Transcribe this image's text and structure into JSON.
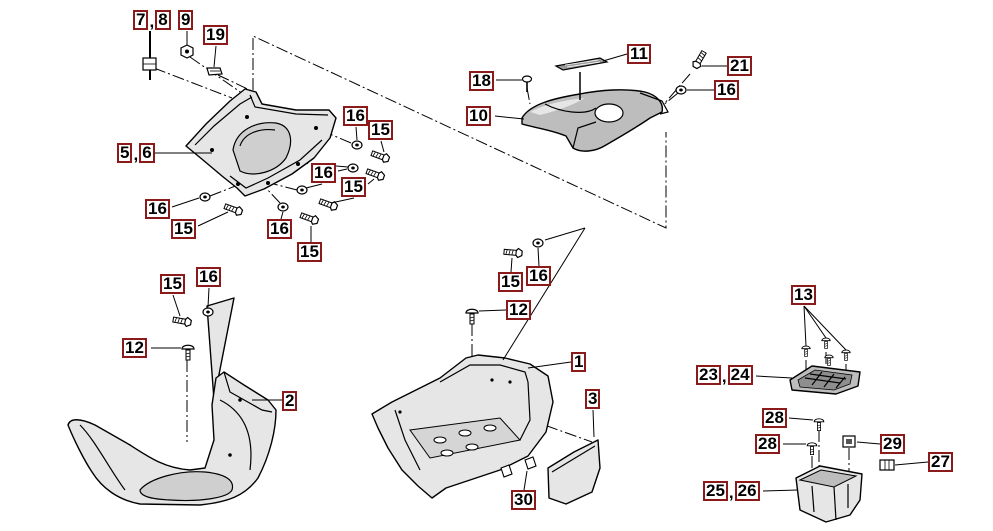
{
  "diagram": {
    "callouts": [
      "7,8",
      "9",
      "19",
      "11",
      "21",
      "18",
      "16",
      "10",
      "5,6",
      "16",
      "15",
      "16",
      "15",
      "16",
      "15",
      "16",
      "15",
      "15",
      "16",
      "12",
      "2",
      "15",
      "16",
      "12",
      "1",
      "3",
      "30",
      "13",
      "23,24",
      "28",
      "28",
      "29",
      "27",
      "25,26"
    ]
  },
  "colors": {
    "callout_border": "#8b1a1a",
    "line": "#000000",
    "part_fill": "#e6e6e6",
    "part_shade": "#bdbdbd"
  }
}
